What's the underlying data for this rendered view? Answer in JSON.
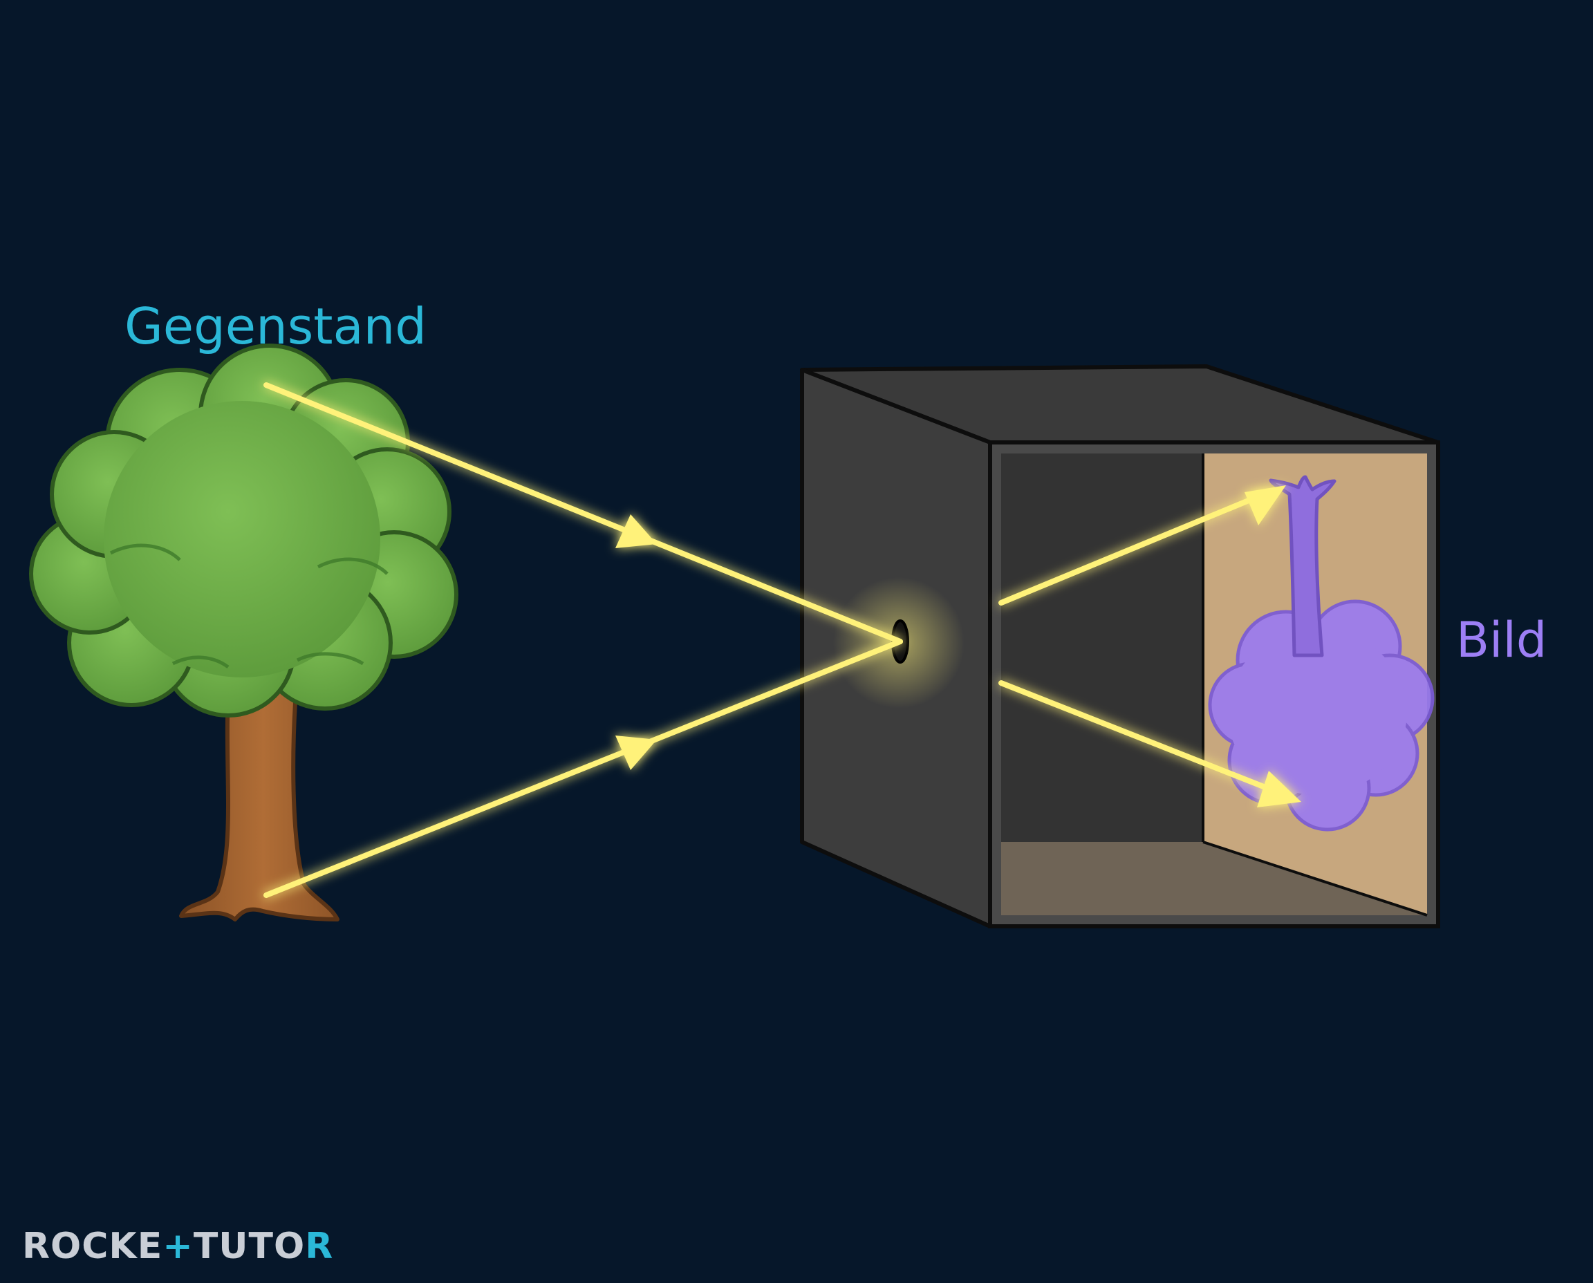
{
  "labels": {
    "object": "Gegenstand",
    "image": "Bild"
  },
  "logo": {
    "part1": "ROCKE",
    "accent": "+",
    "part2": "TUTO",
    "accent2": "R"
  },
  "colors": {
    "background": "#06172a",
    "object_label": "#2bb8d8",
    "image_label": "#9d7ff5",
    "ray": "#fff27a",
    "tree_crown": "#68a544",
    "tree_trunk": "#a0622f",
    "box_dark": "#3b3b3b",
    "screen": "#c7a77e",
    "inverted_image": "#9b7bf0"
  }
}
